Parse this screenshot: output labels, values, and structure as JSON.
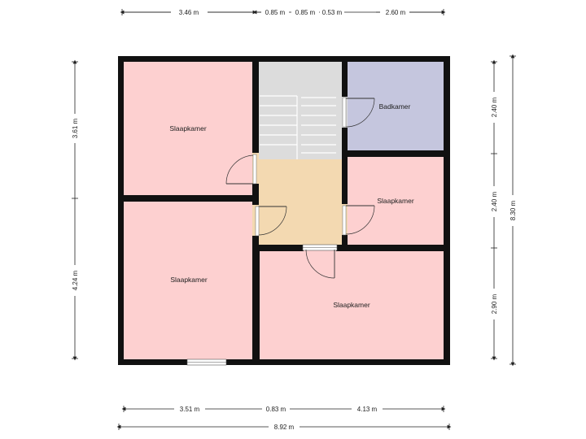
{
  "rooms": {
    "bedroom_top_left": "Slaapkamer",
    "bathroom": "Badkamer",
    "bedroom_mid_right": "Slaapkamer",
    "bedroom_bottom_left": "Slaapkamer",
    "bedroom_bottom_right": "Slaapkamer"
  },
  "dimensions": {
    "top": [
      "3.46 m",
      "0.85 m",
      "0.85 m",
      "0.53 m",
      "2.60 m"
    ],
    "bottom_row": [
      "3.51 m",
      "0.83 m",
      "4.13 m"
    ],
    "bottom_total": "8.92 m",
    "left": [
      "3.61 m",
      "4.24 m"
    ],
    "right_inner": [
      "2.40 m",
      "2.40 m",
      "2.90 m"
    ],
    "right_total": "8.30 m"
  },
  "colors": {
    "wall": "#111111",
    "bedroom": "#fdd0d0",
    "bathroom": "#c5c6de",
    "hallway": "#f3d9b1",
    "stairs": "#dcdcdc",
    "window": "#cfe3ea"
  }
}
